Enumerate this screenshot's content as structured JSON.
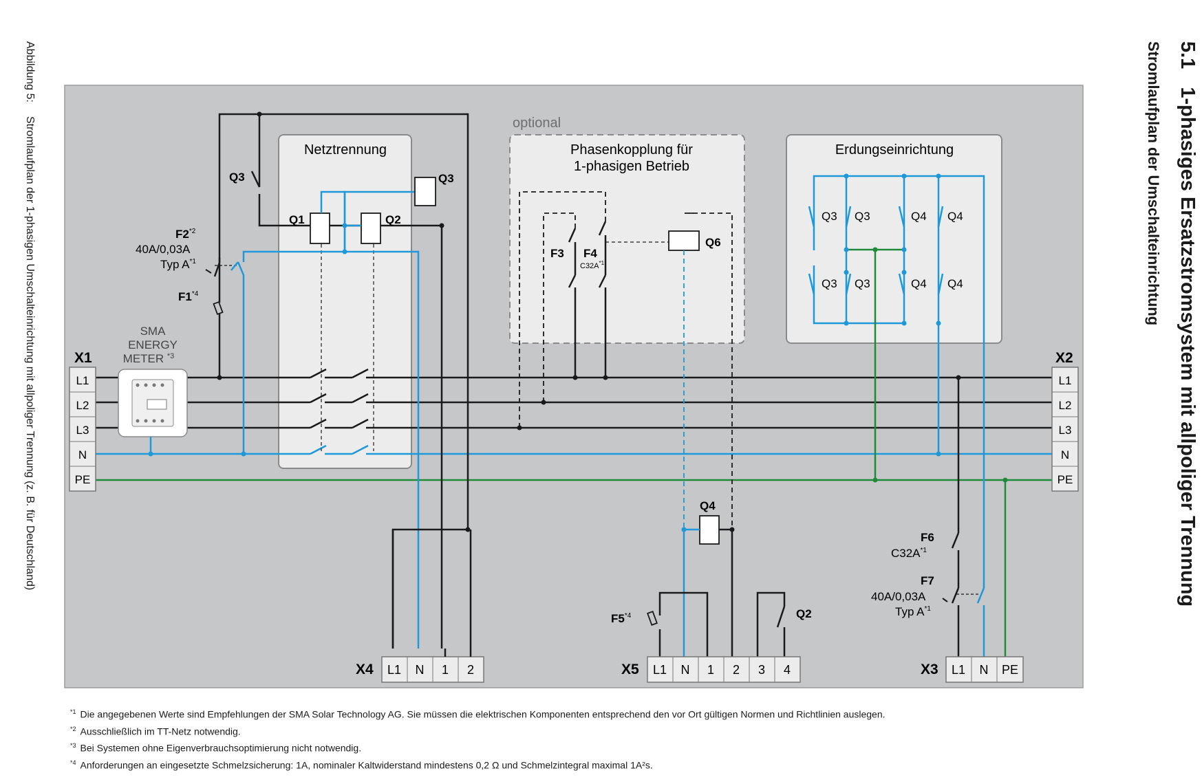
{
  "header": {
    "section_number": "5.1",
    "section_title": "1-phasiges Ersatzstromsystem mit allpoliger Trennung",
    "subtitle": "Stromlaufplan der Umschalteinrichtung"
  },
  "figure_caption": {
    "label": "Abbildung 5:",
    "text": "Stromlaufplan der 1-phasigen Umschalteinrichtung mit allpoliger Trennung (z. B. für Deutschland)"
  },
  "diagram": {
    "boxes": {
      "netztrennung": "Netztrennung",
      "optional": "optional",
      "phasenkopplung_line1": "Phasenkopplung für",
      "phasenkopplung_line2": "1-phasigen Betrieb",
      "erdung": "Erdungseinrichtung"
    },
    "energy_meter": {
      "line1": "SMA",
      "line2": "ENERGY",
      "line3": "METER",
      "note": "*3"
    },
    "terminal_blocks": {
      "x1": {
        "name": "X1",
        "terminals": [
          "L1",
          "L2",
          "L3",
          "N",
          "PE"
        ]
      },
      "x2": {
        "name": "X2",
        "terminals": [
          "L1",
          "L2",
          "L3",
          "N",
          "PE"
        ]
      },
      "x3": {
        "name": "X3",
        "terminals": [
          "L1",
          "N",
          "PE"
        ]
      },
      "x4": {
        "name": "X4",
        "terminals": [
          "L1",
          "N",
          "1",
          "2"
        ]
      },
      "x5": {
        "name": "X5",
        "terminals": [
          "L1",
          "N",
          "1",
          "2",
          "3",
          "4"
        ]
      }
    },
    "components": {
      "f2": {
        "name": "F2",
        "note": "*2",
        "rating": "40A/0,03A",
        "type": "Typ A",
        "type_note": "*1"
      },
      "f1": {
        "name": "F1",
        "note": "*4"
      },
      "q3_left": "Q3",
      "q1": "Q1",
      "q2": "Q2",
      "q3_coil": "Q3",
      "f3": "F3",
      "f4": {
        "name": "F4",
        "rating": "C32A",
        "note": "*1"
      },
      "q6": "Q6",
      "erdung_contacts": [
        "Q3",
        "Q3",
        "Q4",
        "Q4",
        "Q3",
        "Q3",
        "Q4",
        "Q4"
      ],
      "q4": "Q4",
      "f5": {
        "name": "F5",
        "note": "*4"
      },
      "q2_contact": "Q2",
      "f6": {
        "name": "F6",
        "rating": "C32A",
        "note": "*1"
      },
      "f7": {
        "name": "F7",
        "rating": "40A/0,03A",
        "type": "Typ A",
        "type_note": "*1"
      }
    },
    "colors": {
      "phase": "#1a1a1a",
      "neutral": "#1e98d8",
      "earth": "#1e8a3a",
      "panel": "#c6c7c9",
      "box": "#ececec"
    }
  },
  "footnotes": [
    {
      "mark": "*1",
      "text": "Die angegebenen Werte sind Empfehlungen der SMA Solar Technology AG. Sie müssen die elektrischen Komponenten entsprechend den vor Ort gültigen Normen und Richtlinien auslegen."
    },
    {
      "mark": "*2",
      "text": "Ausschließlich im TT-Netz notwendig."
    },
    {
      "mark": "*3",
      "text": "Bei Systemen ohne Eigenverbrauchsoptimierung nicht notwendig."
    },
    {
      "mark": "*4",
      "text": "Anforderungen an eingesetzte Schmelzsicherung: 1A, nominaler Kaltwiderstand mindestens 0,2 Ω und Schmelzintegral maximal 1A²s."
    }
  ]
}
